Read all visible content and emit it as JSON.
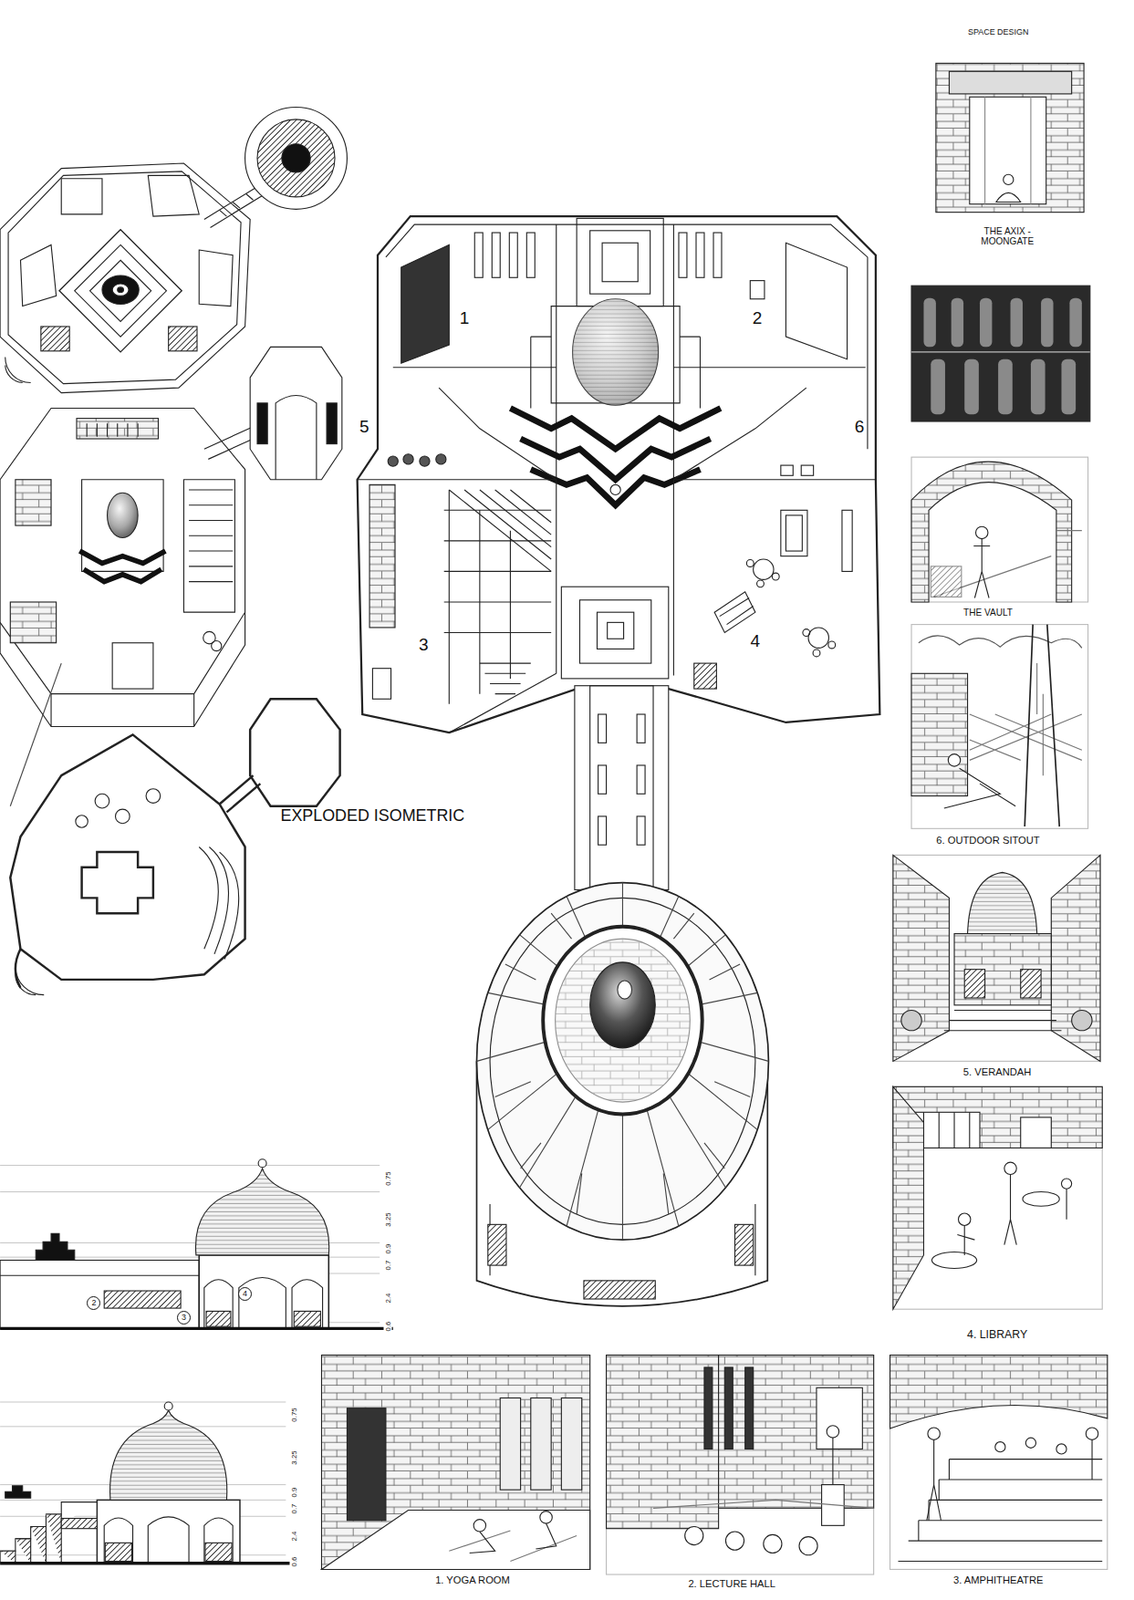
{
  "diagram": {
    "nodes": [
      {
        "text": [
          "2"
        ]
      },
      {
        "text": [
          "3"
        ]
      },
      {
        "text": [
          "4"
        ]
      }
    ],
    "labels": [
      "SPACE DESIGN",
      "THE AXIX - MOONGATE",
      "1",
      "2",
      "5",
      "6",
      "THE VAULT",
      "3",
      "4",
      "6. OUTDOOR SITOUT",
      "EXPLODED ISOMETRIC",
      "5. VERANDAH",
      "0.75",
      "3.25",
      "0.9",
      "0.7",
      "2.4",
      "0.6",
      "4. LIBRARY",
      "0.75",
      "3.25",
      "0.9",
      "0.7",
      "2.4",
      "0.6",
      "1. YOGA ROOM",
      "2. LECTURE HALL",
      "3. AMPHITHEATRE"
    ]
  }
}
